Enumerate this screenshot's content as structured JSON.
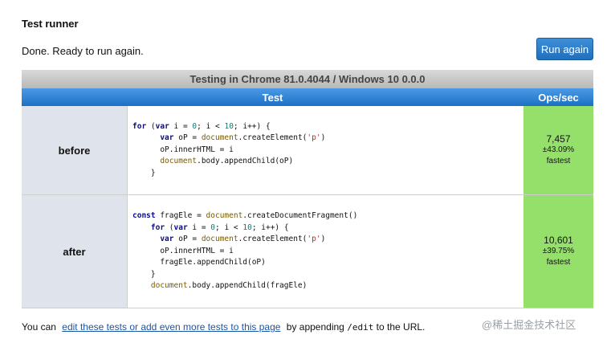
{
  "page": {
    "title": "Test runner",
    "status": "Done. Ready to run again.",
    "run_button": "Run again"
  },
  "table": {
    "caption": "Testing in Chrome 81.0.4044 / Windows 10 0.0.0",
    "col_test": "Test",
    "col_ops": "Ops/sec",
    "rows": [
      {
        "name": "before",
        "ops": "7,457",
        "error": "±43.09%",
        "rank": "fastest",
        "code": [
          "for (var i = 0; i < 10; i++) {",
          "      var oP = document.createElement('p')",
          "      oP.innerHTML = i",
          "      document.body.appendChild(oP)",
          "    }"
        ]
      },
      {
        "name": "after",
        "ops": "10,601",
        "error": "±39.75%",
        "rank": "fastest",
        "code": [
          "const fragEle = document.createDocumentFragment()",
          "    for (var i = 0; i < 10; i++) {",
          "      var oP = document.createElement('p')",
          "      oP.innerHTML = i",
          "      fragEle.appendChild(oP)",
          "    }",
          "    document.body.appendChild(fragEle)"
        ]
      }
    ]
  },
  "footer": {
    "prefix": "You can",
    "link": "edit these tests or add even more tests to this page",
    "middle": "by appending",
    "code": "/edit",
    "suffix": "to the URL."
  },
  "watermark": "@稀土掘金技术社区",
  "colors": {
    "header_blue": "#2a7fd4",
    "ops_green": "#95e06b",
    "name_bg": "#dfe3eb"
  }
}
